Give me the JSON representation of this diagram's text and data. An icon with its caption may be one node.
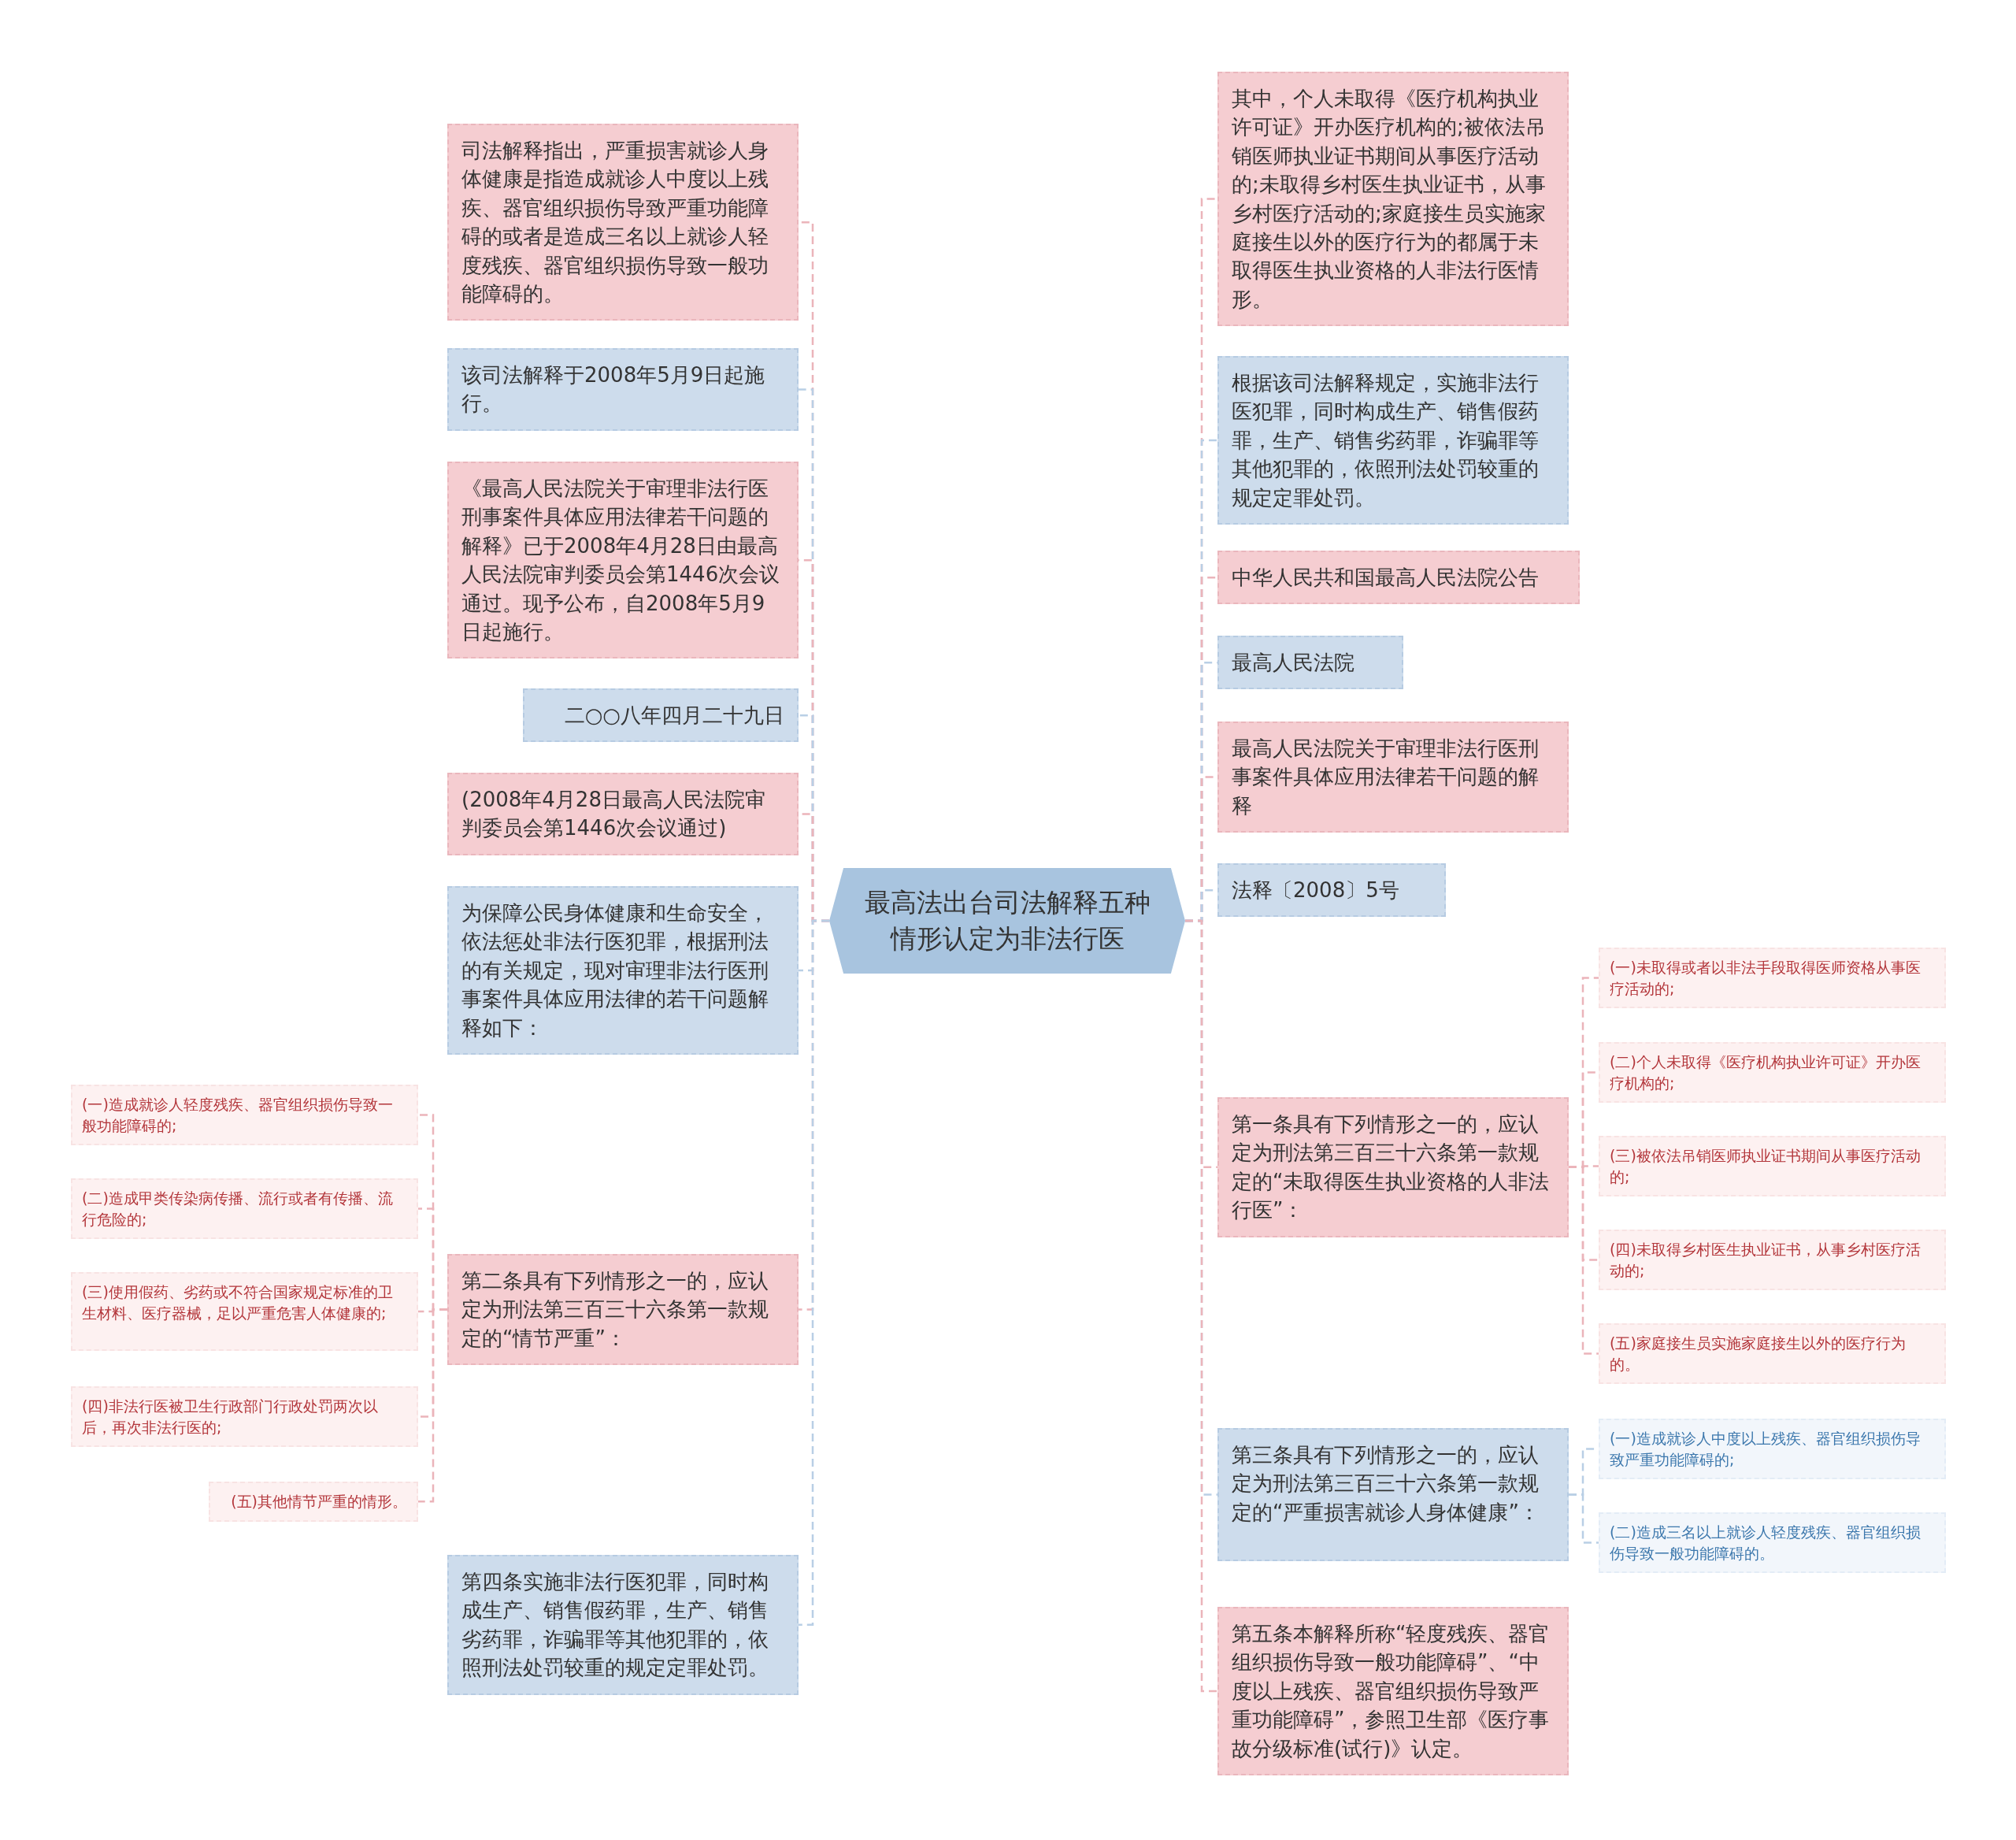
{
  "diagram": {
    "nodes": [
      {
        "text": [
          "最高法出台司法解释五种情形认定为非法行医"
        ]
      },
      {
        "text": [
          "司法解释指出，严重损害就诊人身体健康是指造成就诊人中度以上残疾、器官组织损伤导致严重功能障碍的或者是造成三名以上就诊人轻度残疾、器官组织损伤导致一般功能障碍的。"
        ]
      },
      {
        "text": [
          "该司法解释于2008年5月9日起施行。"
        ]
      },
      {
        "text": [
          "《最高人民法院关于审理非法行医刑事案件具体应用法律若干问题的解释》已于2008年4月28日由最高人民法院审判委员会第1446次会议通过。现予公布，自2008年5月9日起施行。"
        ]
      },
      {
        "text": [
          "二○○八年四月二十九日"
        ]
      },
      {
        "text": [
          "(2008年4月28日最高人民法院审判委员会第1446次会议通过)"
        ]
      },
      {
        "text": [
          "为保障公民身体健康和生命安全，依法惩处非法行医犯罪，根据刑法的有关规定，现对审理非法行医刑事案件具体应用法律的若干问题解释如下："
        ]
      },
      {
        "text": [
          "第二条具有下列情形之一的，应认定为刑法第三百三十六条第一款规定的“情节严重”："
        ]
      },
      {
        "text": [
          "(一)造成就诊人轻度残疾、器官组织损伤导致一般功能障碍的;"
        ]
      },
      {
        "text": [
          "(二)造成甲类传染病传播、流行或者有传播、流行危险的;"
        ]
      },
      {
        "text": [
          "(三)使用假药、劣药或不符合国家规定标准的卫生材料、医疗器械，足以严重危害人体健康的;"
        ]
      },
      {
        "text": [
          "(四)非法行医被卫生行政部门行政处罚两次以后，再次非法行医的;"
        ]
      },
      {
        "text": [
          "(五)其他情节严重的情形。"
        ]
      },
      {
        "text": [
          "第四条实施非法行医犯罪，同时构成生产、销售假药罪，生产、销售劣药罪，诈骗罪等其他犯罪的，依照刑法处罚较重的规定定罪处罚。"
        ]
      },
      {
        "text": [
          "其中，个人未取得《医疗机构执业许可证》开办医疗机构的;被依法吊销医师执业证书期间从事医疗活动的;未取得乡村医生执业证书，从事乡村医疗活动的;家庭接生员实施家庭接生以外的医疗行为的都属于未取得医生执业资格的人非法行医情形。"
        ]
      },
      {
        "text": [
          "根据该司法解释规定，实施非法行医犯罪，同时构成生产、销售假药罪，生产、销售劣药罪，诈骗罪等其他犯罪的，依照刑法处罚较重的规定定罪处罚。"
        ]
      },
      {
        "text": [
          "中华人民共和国最高人民法院公告"
        ]
      },
      {
        "text": [
          "最高人民法院"
        ]
      },
      {
        "text": [
          "最高人民法院关于审理非法行医刑事案件具体应用法律若干问题的解释"
        ]
      },
      {
        "text": [
          "法释〔2008〕5号"
        ]
      },
      {
        "text": [
          "第一条具有下列情形之一的，应认定为刑法第三百三十六条第一款规定的“未取得医生执业资格的人非法行医”："
        ]
      },
      {
        "text": [
          "(一)未取得或者以非法手段取得医师资格从事医疗活动的;"
        ]
      },
      {
        "text": [
          "(二)个人未取得《医疗机构执业许可证》开办医疗机构的;"
        ]
      },
      {
        "text": [
          "(三)被依法吊销医师执业证书期间从事医疗活动的;"
        ]
      },
      {
        "text": [
          "(四)未取得乡村医生执业证书，从事乡村医疗活动的;"
        ]
      },
      {
        "text": [
          "(五)家庭接生员实施家庭接生以外的医疗行为的。"
        ]
      },
      {
        "text": [
          "第三条具有下列情形之一的，应认定为刑法第三百三十六条第一款规定的“严重损害就诊人身体健康”："
        ]
      },
      {
        "text": [
          "(一)造成就诊人中度以上残疾、器官组织损伤导致严重功能障碍的;"
        ]
      },
      {
        "text": [
          "(二)造成三名以上就诊人轻度残疾、器官组织损伤导致一般功能障碍的。"
        ]
      },
      {
        "text": [
          "第五条本解释所称“轻度残疾、器官组织损伤导致一般功能障碍”、“中度以上残疾、器官组织损伤导致严重功能障碍”，参照卫生部《医疗事故分级标准(试行)》认定。"
        ]
      }
    ],
    "edges": [
      {
        "from": 0,
        "to": 1,
        "arrow": "none"
      },
      {
        "from": 0,
        "to": 2,
        "arrow": "none",
        "color": "#b9cfe5"
      },
      {
        "from": 0,
        "to": 3,
        "arrow": "none"
      },
      {
        "from": 0,
        "to": 4,
        "arrow": "none",
        "color": "#b9cfe5"
      },
      {
        "from": 0,
        "to": 5,
        "arrow": "none"
      },
      {
        "from": 0,
        "to": 6,
        "arrow": "none",
        "color": "#b9cfe5"
      },
      {
        "from": 0,
        "to": 7,
        "arrow": "none"
      },
      {
        "from": 7,
        "to": 8,
        "arrow": "none"
      },
      {
        "from": 7,
        "to": 9,
        "arrow": "none"
      },
      {
        "from": 7,
        "to": 10,
        "arrow": "none"
      },
      {
        "from": 7,
        "to": 11,
        "arrow": "none"
      },
      {
        "from": 7,
        "to": 12,
        "arrow": "none"
      },
      {
        "from": 0,
        "to": 13,
        "arrow": "none",
        "color": "#b9cfe5"
      },
      {
        "from": 0,
        "to": 14,
        "arrow": "none"
      },
      {
        "from": 0,
        "to": 15,
        "arrow": "none",
        "color": "#b9cfe5"
      },
      {
        "from": 0,
        "to": 16,
        "arrow": "none"
      },
      {
        "from": 0,
        "to": 17,
        "arrow": "none",
        "color": "#b9cfe5"
      },
      {
        "from": 0,
        "to": 18,
        "arrow": "none"
      },
      {
        "from": 0,
        "to": 19,
        "arrow": "none",
        "color": "#b9cfe5"
      },
      {
        "from": 0,
        "to": 20,
        "arrow": "none"
      },
      {
        "from": 20,
        "to": 21,
        "arrow": "none"
      },
      {
        "from": 20,
        "to": 22,
        "arrow": "none"
      },
      {
        "from": 20,
        "to": 23,
        "arrow": "none"
      },
      {
        "from": 20,
        "to": 24,
        "arrow": "none"
      },
      {
        "from": 20,
        "to": 25,
        "arrow": "none"
      },
      {
        "from": 0,
        "to": 26,
        "arrow": "none",
        "color": "#b9cfe5"
      },
      {
        "from": 26,
        "to": 27,
        "arrow": "none",
        "color": "#b9cfe5"
      },
      {
        "from": 26,
        "to": 28,
        "arrow": "none",
        "color": "#b9cfe5"
      },
      {
        "from": 0,
        "to": 29,
        "arrow": "none"
      }
    ]
  }
}
